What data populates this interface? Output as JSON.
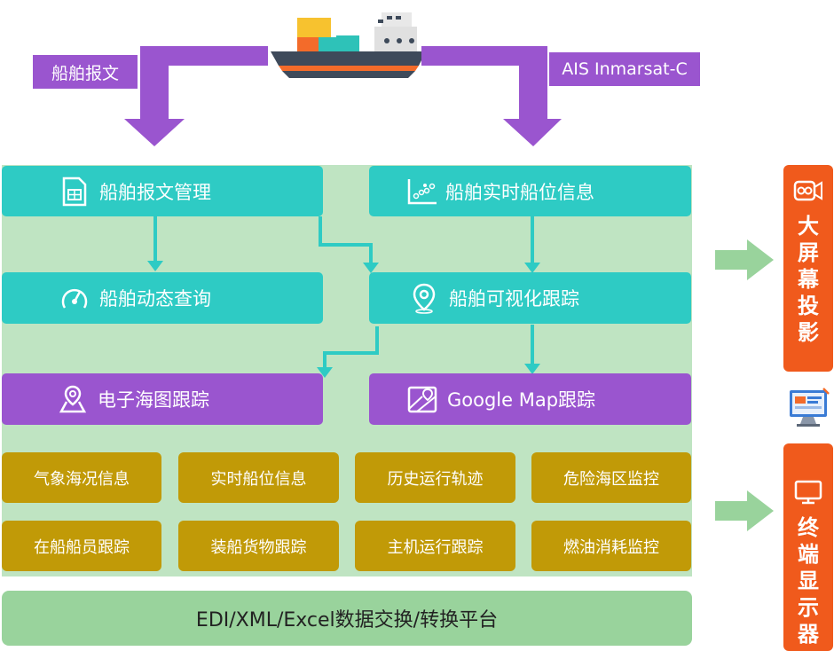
{
  "inputs": {
    "left_label": "船舶报文",
    "right_label": "AIS Inmarsat-C"
  },
  "modules": {
    "message_mgmt": "船舶报文管理",
    "realtime_position": "船舶实时船位信息",
    "dynamic_query": "船舶动态查询",
    "visual_tracking": "船舶可视化跟踪",
    "chart_tracking": "电子海图跟踪",
    "google_tracking": "Google Map跟踪"
  },
  "features": [
    "气象海况信息",
    "实时船位信息",
    "历史运行轨迹",
    "危险海区监控",
    "在船船员跟踪",
    "装船货物跟踪",
    "主机运行跟踪",
    "燃油消耗监控"
  ],
  "platform": "EDI/XML/Excel数据交换/转换平台",
  "outputs": {
    "big_screen": "大屏幕投影",
    "terminal": "终端显示器"
  },
  "colors": {
    "teal": "#2ecbc4",
    "purple": "#9a55cf",
    "gold": "#c19a07",
    "panel": "#bfe4c2",
    "platform": "#99d39c",
    "orange": "#f05a1c"
  },
  "icons": {
    "ship": "cargo-ship-icon",
    "document": "spreadsheet-document-icon",
    "scatter": "scatter-chart-icon",
    "gauge": "gauge-icon",
    "location": "location-pin-icon",
    "map_pin": "map-pin-icon",
    "map": "folded-map-icon",
    "camera": "video-camera-icon",
    "monitor": "monitor-icon",
    "computer": "computer-screen-icon"
  }
}
